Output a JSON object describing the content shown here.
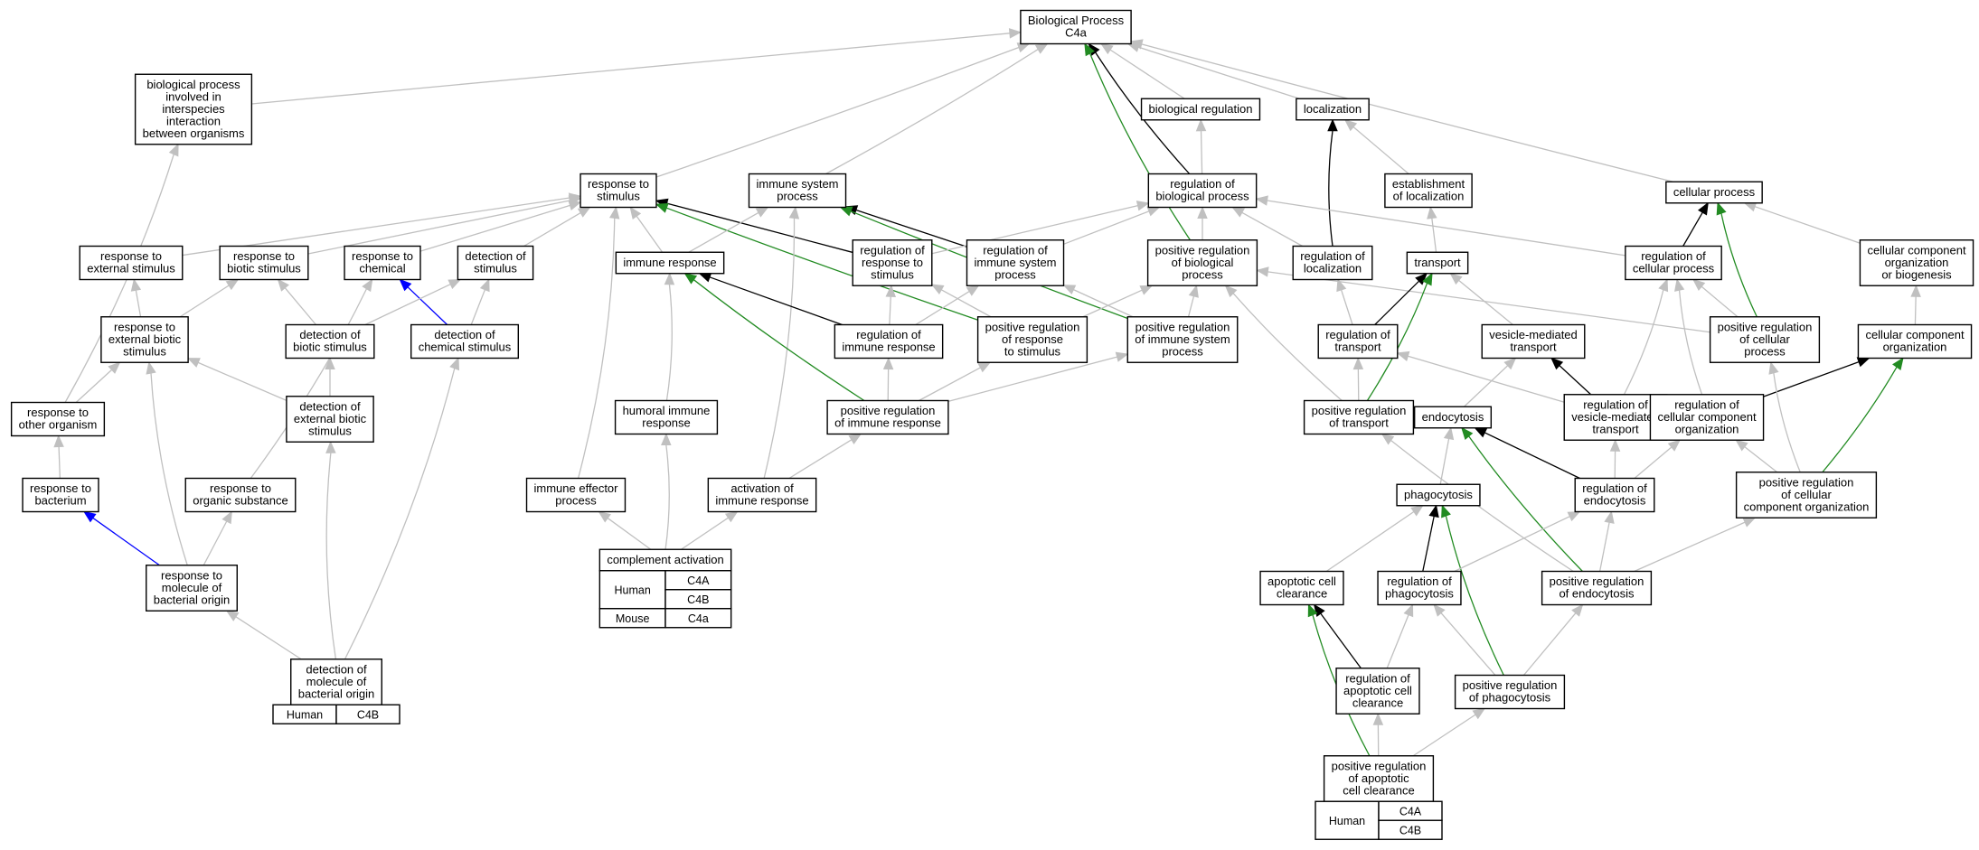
{
  "colors": {
    "is_a": "#c0c0c0",
    "regulates": "#000000",
    "positively_regulates": "#228b22",
    "part_of": "#0000ff",
    "human": "#ff6347",
    "mouse": "#add8e6"
  },
  "nodes": [
    {
      "id": "bp",
      "lines": [
        "Biological Process",
        "C4a"
      ]
    },
    {
      "id": "interspecies",
      "lines": [
        "biological process",
        "involved in",
        "interspecies",
        "interaction",
        "between organisms"
      ]
    },
    {
      "id": "bioreg",
      "lines": [
        "biological regulation"
      ]
    },
    {
      "id": "localization",
      "lines": [
        "localization"
      ]
    },
    {
      "id": "resp_stim",
      "lines": [
        "response to",
        "stimulus"
      ]
    },
    {
      "id": "immune_sys",
      "lines": [
        "immune system",
        "process"
      ]
    },
    {
      "id": "reg_bio",
      "lines": [
        "regulation of",
        "biological process"
      ]
    },
    {
      "id": "est_loc",
      "lines": [
        "establishment",
        "of localization"
      ]
    },
    {
      "id": "cell_proc",
      "lines": [
        "cellular process"
      ]
    },
    {
      "id": "resp_ext",
      "lines": [
        "response to",
        "external stimulus"
      ]
    },
    {
      "id": "resp_biotic",
      "lines": [
        "response to",
        "biotic stimulus"
      ]
    },
    {
      "id": "resp_chem",
      "lines": [
        "response to",
        "chemical"
      ]
    },
    {
      "id": "det_stim",
      "lines": [
        "detection of",
        "stimulus"
      ]
    },
    {
      "id": "immune_resp",
      "lines": [
        "immune response"
      ]
    },
    {
      "id": "reg_resp_stim",
      "lines": [
        "regulation of",
        "response to",
        "stimulus"
      ]
    },
    {
      "id": "reg_imm_sys",
      "lines": [
        "regulation of",
        "immune system",
        "process"
      ]
    },
    {
      "id": "pos_reg_bio",
      "lines": [
        "positive regulation",
        "of biological",
        "process"
      ]
    },
    {
      "id": "reg_loc",
      "lines": [
        "regulation of",
        "localization"
      ]
    },
    {
      "id": "transport",
      "lines": [
        "transport"
      ]
    },
    {
      "id": "reg_cell_proc",
      "lines": [
        "regulation of",
        "cellular process"
      ]
    },
    {
      "id": "ccob",
      "lines": [
        "cellular component",
        "organization",
        "or biogenesis"
      ]
    },
    {
      "id": "resp_ext_biotic",
      "lines": [
        "response to",
        "external biotic",
        "stimulus"
      ]
    },
    {
      "id": "det_biotic",
      "lines": [
        "detection of",
        "biotic stimulus"
      ]
    },
    {
      "id": "det_chem",
      "lines": [
        "detection of",
        "chemical stimulus"
      ]
    },
    {
      "id": "reg_imm_resp",
      "lines": [
        "regulation of",
        "immune response"
      ]
    },
    {
      "id": "pos_reg_resp_stim",
      "lines": [
        "positive regulation",
        "of response",
        "to stimulus"
      ]
    },
    {
      "id": "pos_reg_imm_sys",
      "lines": [
        "positive regulation",
        "of immune system",
        "process"
      ]
    },
    {
      "id": "reg_transport",
      "lines": [
        "regulation of",
        "transport"
      ]
    },
    {
      "id": "ves_transport",
      "lines": [
        "vesicle-mediated",
        "transport"
      ]
    },
    {
      "id": "pos_reg_cell_proc",
      "lines": [
        "positive regulation",
        "of cellular",
        "process"
      ]
    },
    {
      "id": "cc_org",
      "lines": [
        "cellular component",
        "organization"
      ]
    },
    {
      "id": "resp_other_org",
      "lines": [
        "response to",
        "other organism"
      ]
    },
    {
      "id": "det_ext_biotic",
      "lines": [
        "detection of",
        "external biotic",
        "stimulus"
      ]
    },
    {
      "id": "humoral",
      "lines": [
        "humoral immune",
        "response"
      ]
    },
    {
      "id": "pos_reg_imm_resp",
      "lines": [
        "positive regulation",
        "of immune response"
      ]
    },
    {
      "id": "pos_reg_transport",
      "lines": [
        "positive regulation",
        "of transport"
      ]
    },
    {
      "id": "endocytosis",
      "lines": [
        "endocytosis"
      ]
    },
    {
      "id": "reg_ves_transport",
      "lines": [
        "regulation of",
        "vesicle-mediated",
        "transport"
      ]
    },
    {
      "id": "reg_cc_org",
      "lines": [
        "regulation of",
        "cellular component",
        "organization"
      ]
    },
    {
      "id": "resp_bacterium",
      "lines": [
        "response to",
        "bacterium"
      ]
    },
    {
      "id": "resp_org_sub",
      "lines": [
        "response to",
        "organic substance"
      ]
    },
    {
      "id": "imm_effector",
      "lines": [
        "immune effector",
        "process"
      ]
    },
    {
      "id": "act_imm_resp",
      "lines": [
        "activation of",
        "immune response"
      ]
    },
    {
      "id": "phagocytosis",
      "lines": [
        "phagocytosis"
      ]
    },
    {
      "id": "reg_endocytosis",
      "lines": [
        "regulation of",
        "endocytosis"
      ]
    },
    {
      "id": "pos_reg_cc_org",
      "lines": [
        "positive regulation",
        "of cellular",
        "component organization"
      ]
    },
    {
      "id": "complement",
      "lines": [
        "complement activation"
      ],
      "table": [
        {
          "species": "Human",
          "genes": [
            "C4A",
            "C4B"
          ]
        },
        {
          "species": "Mouse",
          "genes": [
            "C4a"
          ]
        }
      ]
    },
    {
      "id": "resp_mol_bact",
      "lines": [
        "response to",
        "molecule of",
        "bacterial origin"
      ]
    },
    {
      "id": "apop_clear",
      "lines": [
        "apoptotic cell",
        "clearance"
      ]
    },
    {
      "id": "reg_phago",
      "lines": [
        "regulation of",
        "phagocytosis"
      ]
    },
    {
      "id": "pos_reg_endo",
      "lines": [
        "positive regulation",
        "of endocytosis"
      ]
    },
    {
      "id": "det_mol_bact",
      "lines": [
        "detection of",
        "molecule of",
        "bacterial origin"
      ],
      "table": [
        {
          "species": "Human",
          "genes": [
            "C4B"
          ]
        }
      ]
    },
    {
      "id": "reg_apop_clear",
      "lines": [
        "regulation of",
        "apoptotic cell",
        "clearance"
      ]
    },
    {
      "id": "pos_reg_phago",
      "lines": [
        "positive regulation",
        "of phagocytosis"
      ]
    },
    {
      "id": "pos_reg_apop",
      "lines": [
        "positive regulation",
        "of apoptotic",
        "cell clearance"
      ],
      "table": [
        {
          "species": "Human",
          "genes": [
            "C4A",
            "C4B"
          ]
        }
      ]
    }
  ]
}
